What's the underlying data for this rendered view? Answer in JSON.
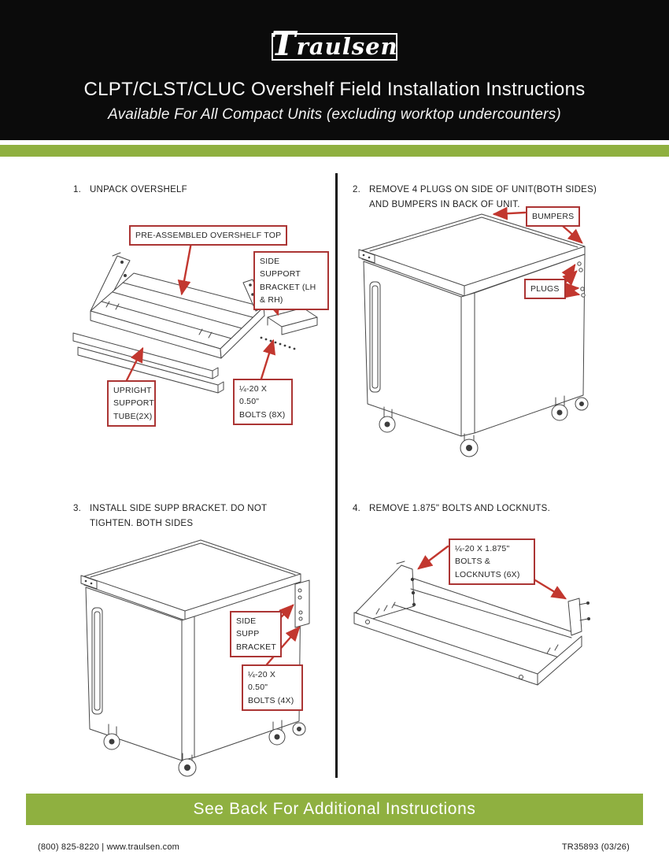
{
  "colors": {
    "green_accent": "#8fb040",
    "callout_border_red": "#ab3534",
    "arrow_red": "#c2372f",
    "header_black": "#0b0b0b"
  },
  "header": {
    "logo_first": "T",
    "logo_rest": "raulsen",
    "title": "CLPT/CLST/CLUC Overshelf Field Installation Instructions",
    "subtitle": "Available For All Compact Units (excluding worktop undercounters)"
  },
  "steps": [
    {
      "num": "1.",
      "text": "UNPACK OVERSHELF"
    },
    {
      "num": "2.",
      "text": "REMOVE 4 PLUGS ON SIDE OF UNIT(BOTH SIDES) AND BUMPERS IN BACK OF UNIT."
    },
    {
      "num": "3.",
      "text": "INSTALL SIDE SUPP BRACKET. DO NOT TIGHTEN. BOTH SIDES"
    },
    {
      "num": "4.",
      "text": "REMOVE 1.875\" BOLTS AND LOCKNUTS."
    }
  ],
  "callouts": {
    "step1": {
      "overshelf_top": "PRE-ASSEMBLED OVERSHELF TOP",
      "side_support": "SIDE SUPPORT BRACKET (LH & RH)",
      "upright_tube": "UPRIGHT SUPPORT TUBE(2X)",
      "bolts_8x": "¼-20 X 0.50\" BOLTS (8X)"
    },
    "step2": {
      "bumpers": "BUMPERS",
      "plugs": "PLUGS"
    },
    "step3": {
      "bracket": "SIDE SUPP BRACKET",
      "bolts_4x": "¼-20 X 0.50\" BOLTS (4X)"
    },
    "step4": {
      "bolts_6x": "¼-20 X 1.875\" BOLTS & LOCKNUTS (6X)"
    }
  },
  "footer": {
    "see_back": "See Back For Additional Instructions",
    "contact": "(800) 825-8220 | www.traulsen.com",
    "doc_code": "TR35893 (03/26)"
  }
}
